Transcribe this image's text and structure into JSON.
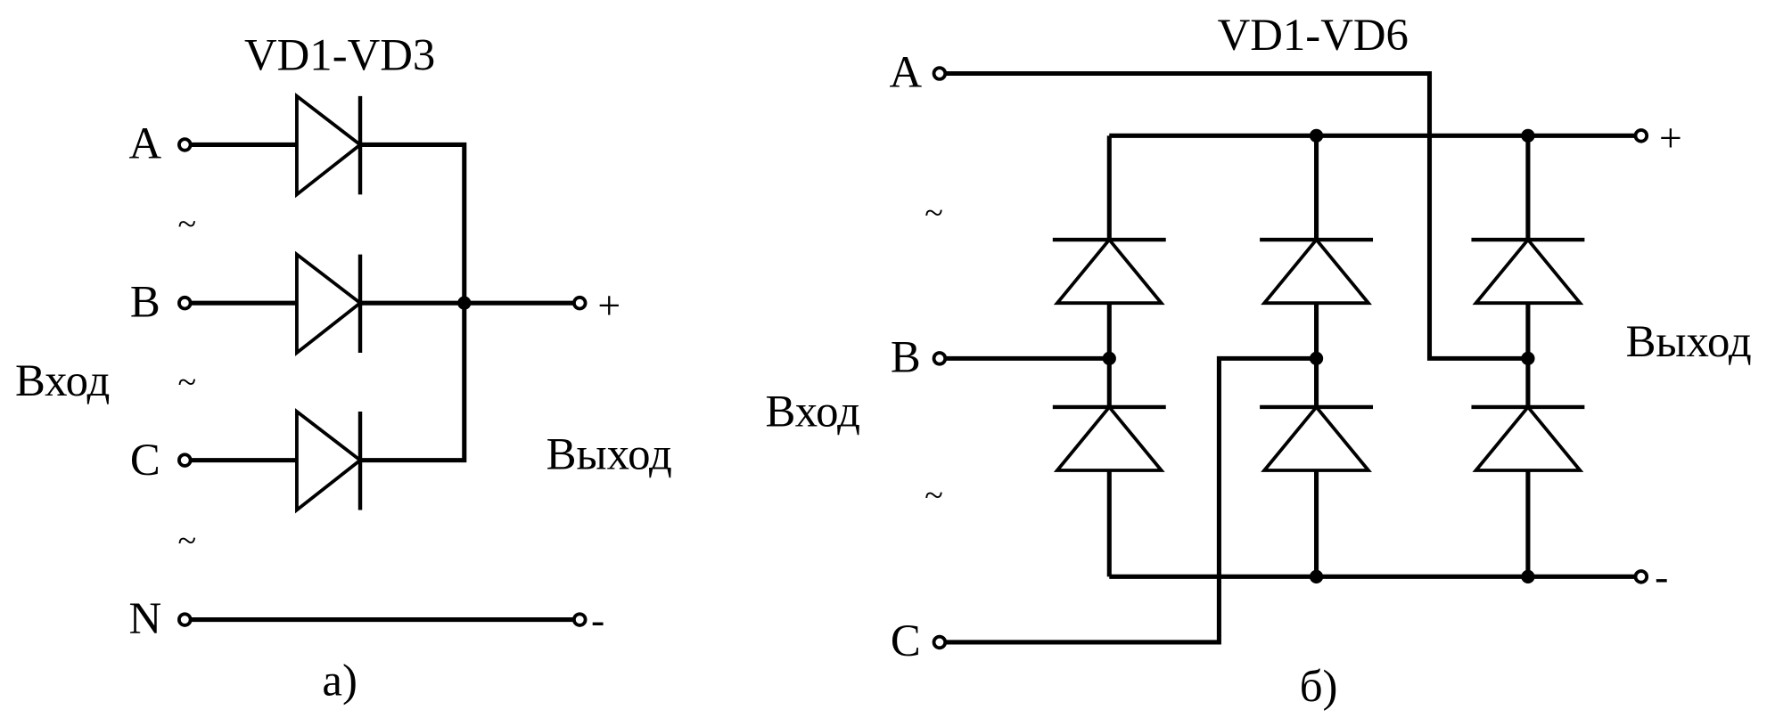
{
  "colors": {
    "ink": "#000000",
    "background": "#ffffff"
  },
  "left": {
    "title": "VD1-VD3",
    "inputs": [
      "A",
      "B",
      "C",
      "N"
    ],
    "tilde": "~",
    "input_label": "Вход",
    "output_label": "Выход",
    "plus": "+",
    "minus": "-",
    "caption": "а)"
  },
  "right": {
    "title": "VD1-VD6",
    "inputs": [
      "A",
      "B",
      "C"
    ],
    "tilde": "~",
    "input_label": "Вход",
    "output_label": "Выход",
    "plus": "+",
    "minus": "-",
    "caption": "б)"
  }
}
